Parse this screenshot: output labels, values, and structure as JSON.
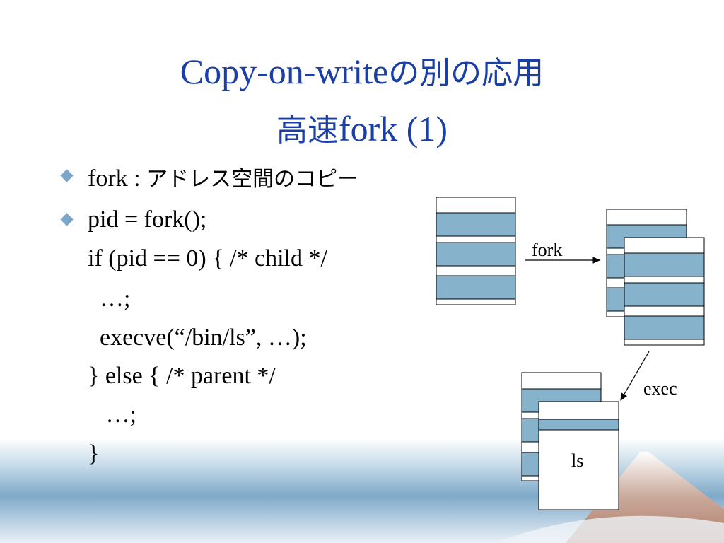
{
  "slide": {
    "title_line1_latin": "Copy-on-write",
    "title_line1_jp": "の別の応用",
    "title_line2_jp": "高速",
    "title_line2_latin": "fork (1)"
  },
  "bullets": {
    "b1_code": "fork : ",
    "b1_jp": "アドレス空間のコピー",
    "code_lines": [
      "pid = fork();",
      "if (pid == 0) { /* child */",
      "  …;",
      "  execve(“/bin/ls”, …);",
      "} else { /* parent */",
      "   …;",
      "}"
    ]
  },
  "diagram": {
    "fork_label": "fork",
    "exec_label": "exec",
    "ls_label": "ls"
  },
  "colors": {
    "title": "#1a3fa8",
    "block_fill": "#86b3cb",
    "bullet": "#7aa7c9"
  }
}
